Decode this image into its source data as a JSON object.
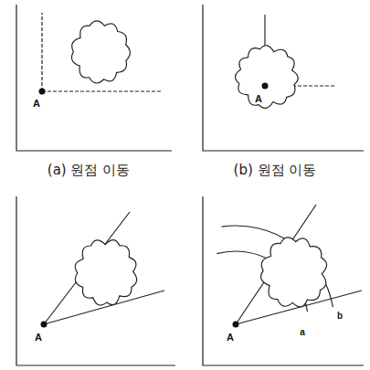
{
  "diagram": {
    "labels": [
      "A",
      "(a) 원점 이동",
      "A",
      "(b) 원점 이동",
      "A",
      "A",
      "a",
      "b"
    ]
  }
}
